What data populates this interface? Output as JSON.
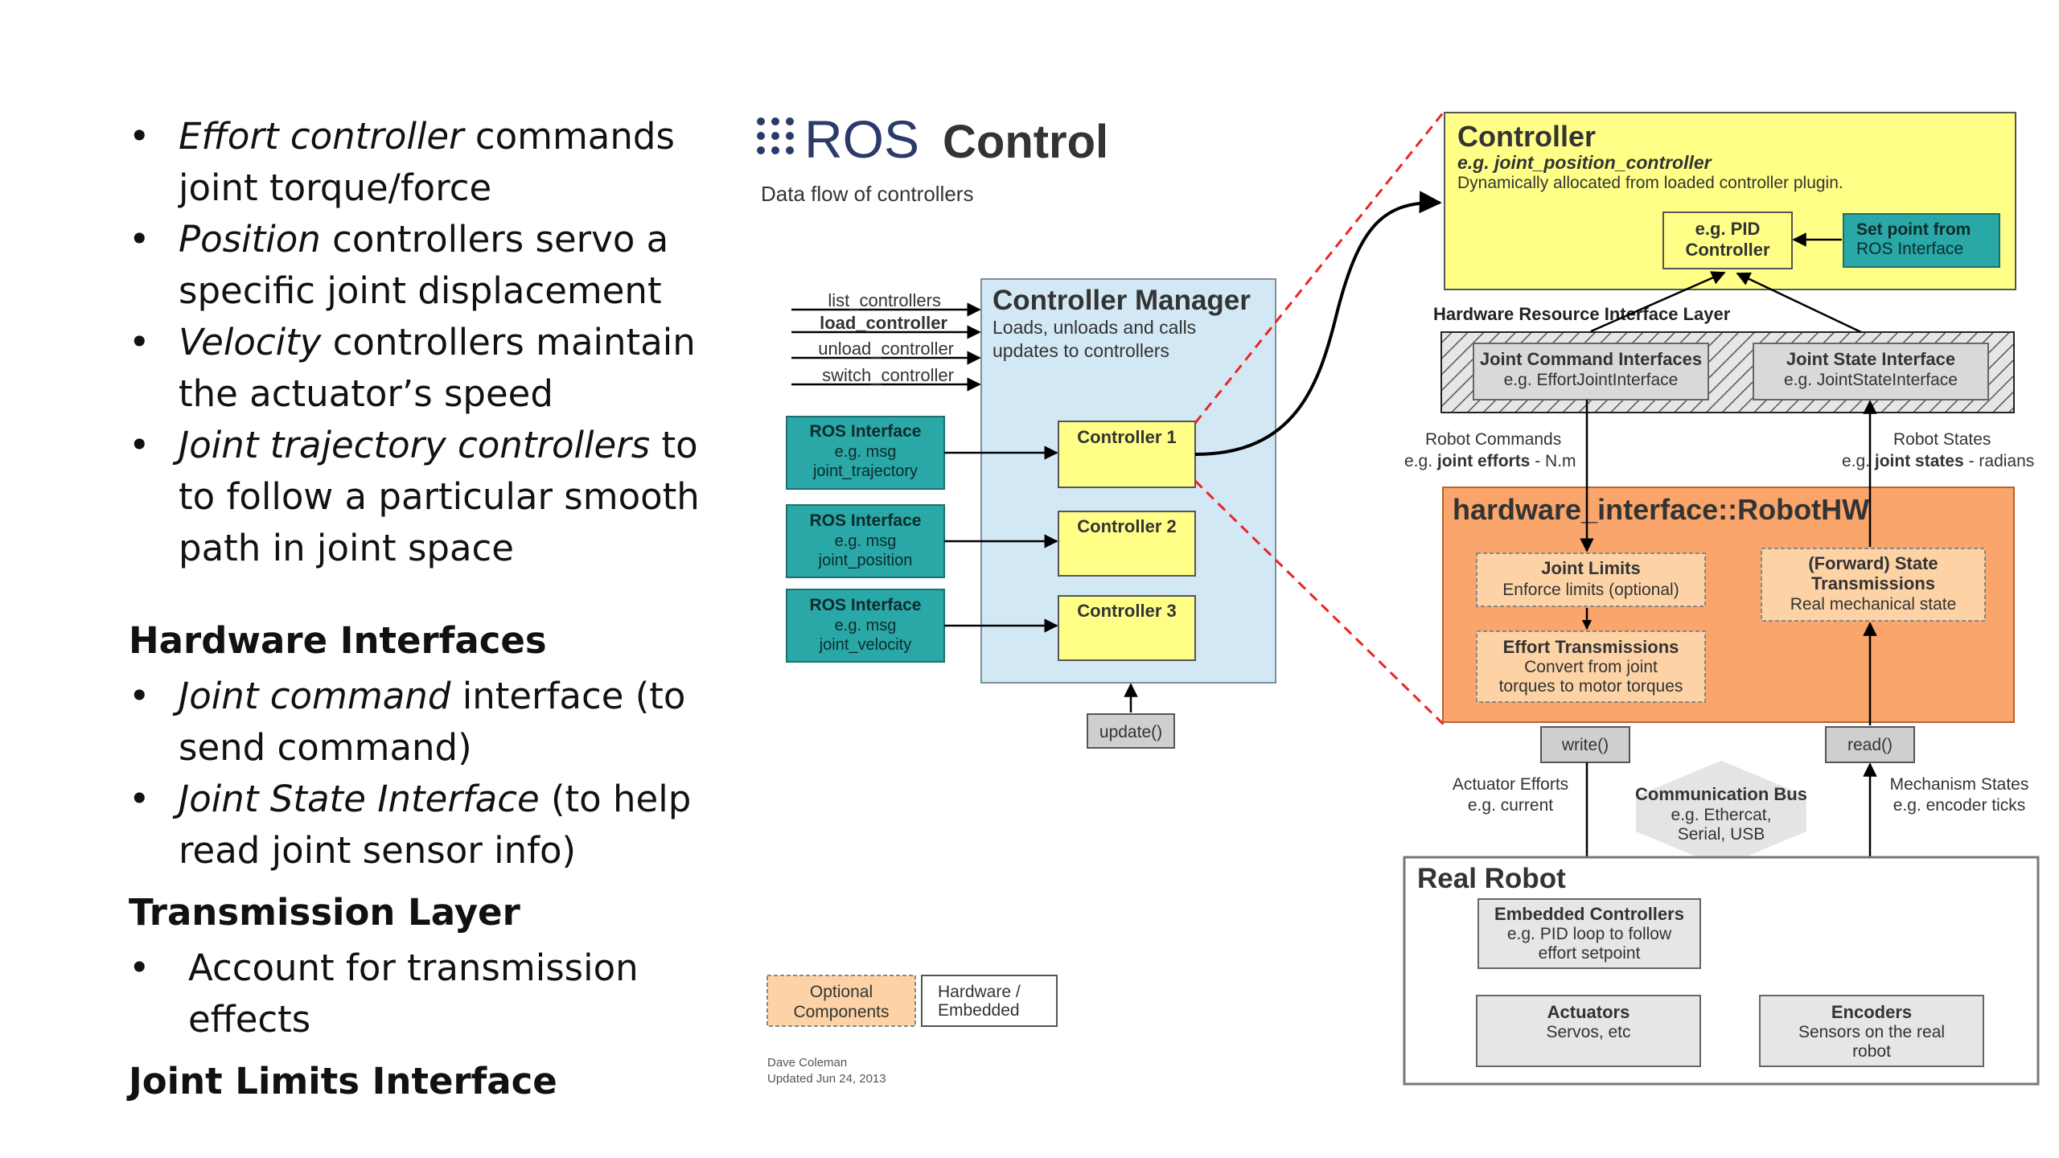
{
  "bullets": [
    {
      "em": "Effort controller",
      "text": " commands",
      "cont": "joint torque/force"
    },
    {
      "em": "Position",
      "text": " controllers servo a",
      "cont": "specific joint displacement"
    },
    {
      "em": "Velocity",
      "text": " controllers maintain",
      "cont": "the actuator’s speed"
    },
    {
      "em": "Joint trajectory controllers",
      "text": " to",
      "cont": "to follow a particular smooth",
      "cont2": "path in joint space"
    }
  ],
  "hw_heading": "Hardware Interfaces",
  "hw_bullets": [
    {
      "em": "Joint command",
      "text": " interface (to",
      "cont": "send command)"
    },
    {
      "em": "Joint State Interface",
      "text": " (to help",
      "cont": "read joint sensor info)"
    }
  ],
  "trans_heading": "Transmission Layer",
  "trans_bullet": {
    "text": "Account for transmission",
    "cont": "effects"
  },
  "limits_heading": "Joint Limits Interface",
  "diagram": {
    "logo": "ROS",
    "title": "Control",
    "subtitle": "Data flow of controllers",
    "services": [
      "list_controllers",
      "load_controller",
      "unload_controller",
      "switch_controller"
    ],
    "manager": {
      "title": "Controller Manager",
      "desc1": "Loads, unloads and calls",
      "desc2": "updates to controllers"
    },
    "ros_interfaces": [
      {
        "title": "ROS Interface",
        "l1": "e.g. msg",
        "l2": "joint_trajectory"
      },
      {
        "title": "ROS Interface",
        "l1": "e.g. msg",
        "l2": "joint_position"
      },
      {
        "title": "ROS Interface",
        "l1": "e.g. msg",
        "l2": "joint_velocity"
      }
    ],
    "controllers": [
      "Controller 1",
      "Controller 2",
      "Controller 3"
    ],
    "update": "update()",
    "legend": {
      "optional1": "Optional",
      "optional2": "Components",
      "hw1": "Hardware /",
      "hw2": "Embedded"
    },
    "credit1": "Dave Coleman",
    "credit2": "Updated Jun 24, 2013",
    "controller_detail": {
      "title": "Controller",
      "example": "e.g. joint_position_controller",
      "desc": "Dynamically allocated from loaded controller plugin.",
      "pid1": "e.g. PID",
      "pid2": "Controller",
      "setpoint1": "Set point from",
      "setpoint2": "ROS Interface"
    },
    "hw_layer": "Hardware Resource Interface Layer",
    "jci": {
      "title": "Joint Command Interfaces",
      "sub": "e.g. EffortJointInterface"
    },
    "jsi": {
      "title": "Joint State Interface",
      "sub": "e.g. JointStateInterface"
    },
    "robot_commands": {
      "l1": "Robot Commands",
      "l2a": "e.g. ",
      "l2b": "joint efforts",
      "l2c": " - N.m"
    },
    "robot_states": {
      "l1": "Robot States",
      "l2a": "e.g. ",
      "l2b": "joint states",
      "l2c": " - radians"
    },
    "robothw": "hardware_interface::RobotHW",
    "joint_limits": {
      "title": "Joint Limits",
      "sub": "Enforce limits (optional)"
    },
    "effort_trans": {
      "title": "Effort Transmissions",
      "l1": "Convert from joint",
      "l2": "torques to motor torques"
    },
    "state_trans": {
      "t1": "(Forward) State",
      "t2": "Transmissions",
      "sub": "Real mechanical state"
    },
    "write": "write()",
    "read": "read()",
    "actuator_efforts": {
      "l1": "Actuator Efforts",
      "l2": "e.g. current"
    },
    "comm_bus": {
      "title": "Communication Bus",
      "l1": "e.g. Ethercat,",
      "l2": "Serial, USB"
    },
    "mechanism_states": {
      "l1": "Mechanism States",
      "l2": "e.g. encoder ticks"
    },
    "real_robot": "Real Robot",
    "embedded": {
      "title": "Embedded Controllers",
      "l1": "e.g. PID loop to follow",
      "l2": "effort setpoint"
    },
    "actuators": {
      "title": "Actuators",
      "sub": "Servos, etc"
    },
    "encoders": {
      "title": "Encoders",
      "l1": "Sensors on the real",
      "l2": "robot"
    }
  },
  "colors": {
    "teal": "#2aa7a7",
    "yellow": "#ffff88",
    "light_blue": "#d3e8f5",
    "orange": "#f9a56b",
    "peach": "#fdd3a6",
    "gray": "#cfcfcf",
    "red_dashed": "#ee2222"
  }
}
